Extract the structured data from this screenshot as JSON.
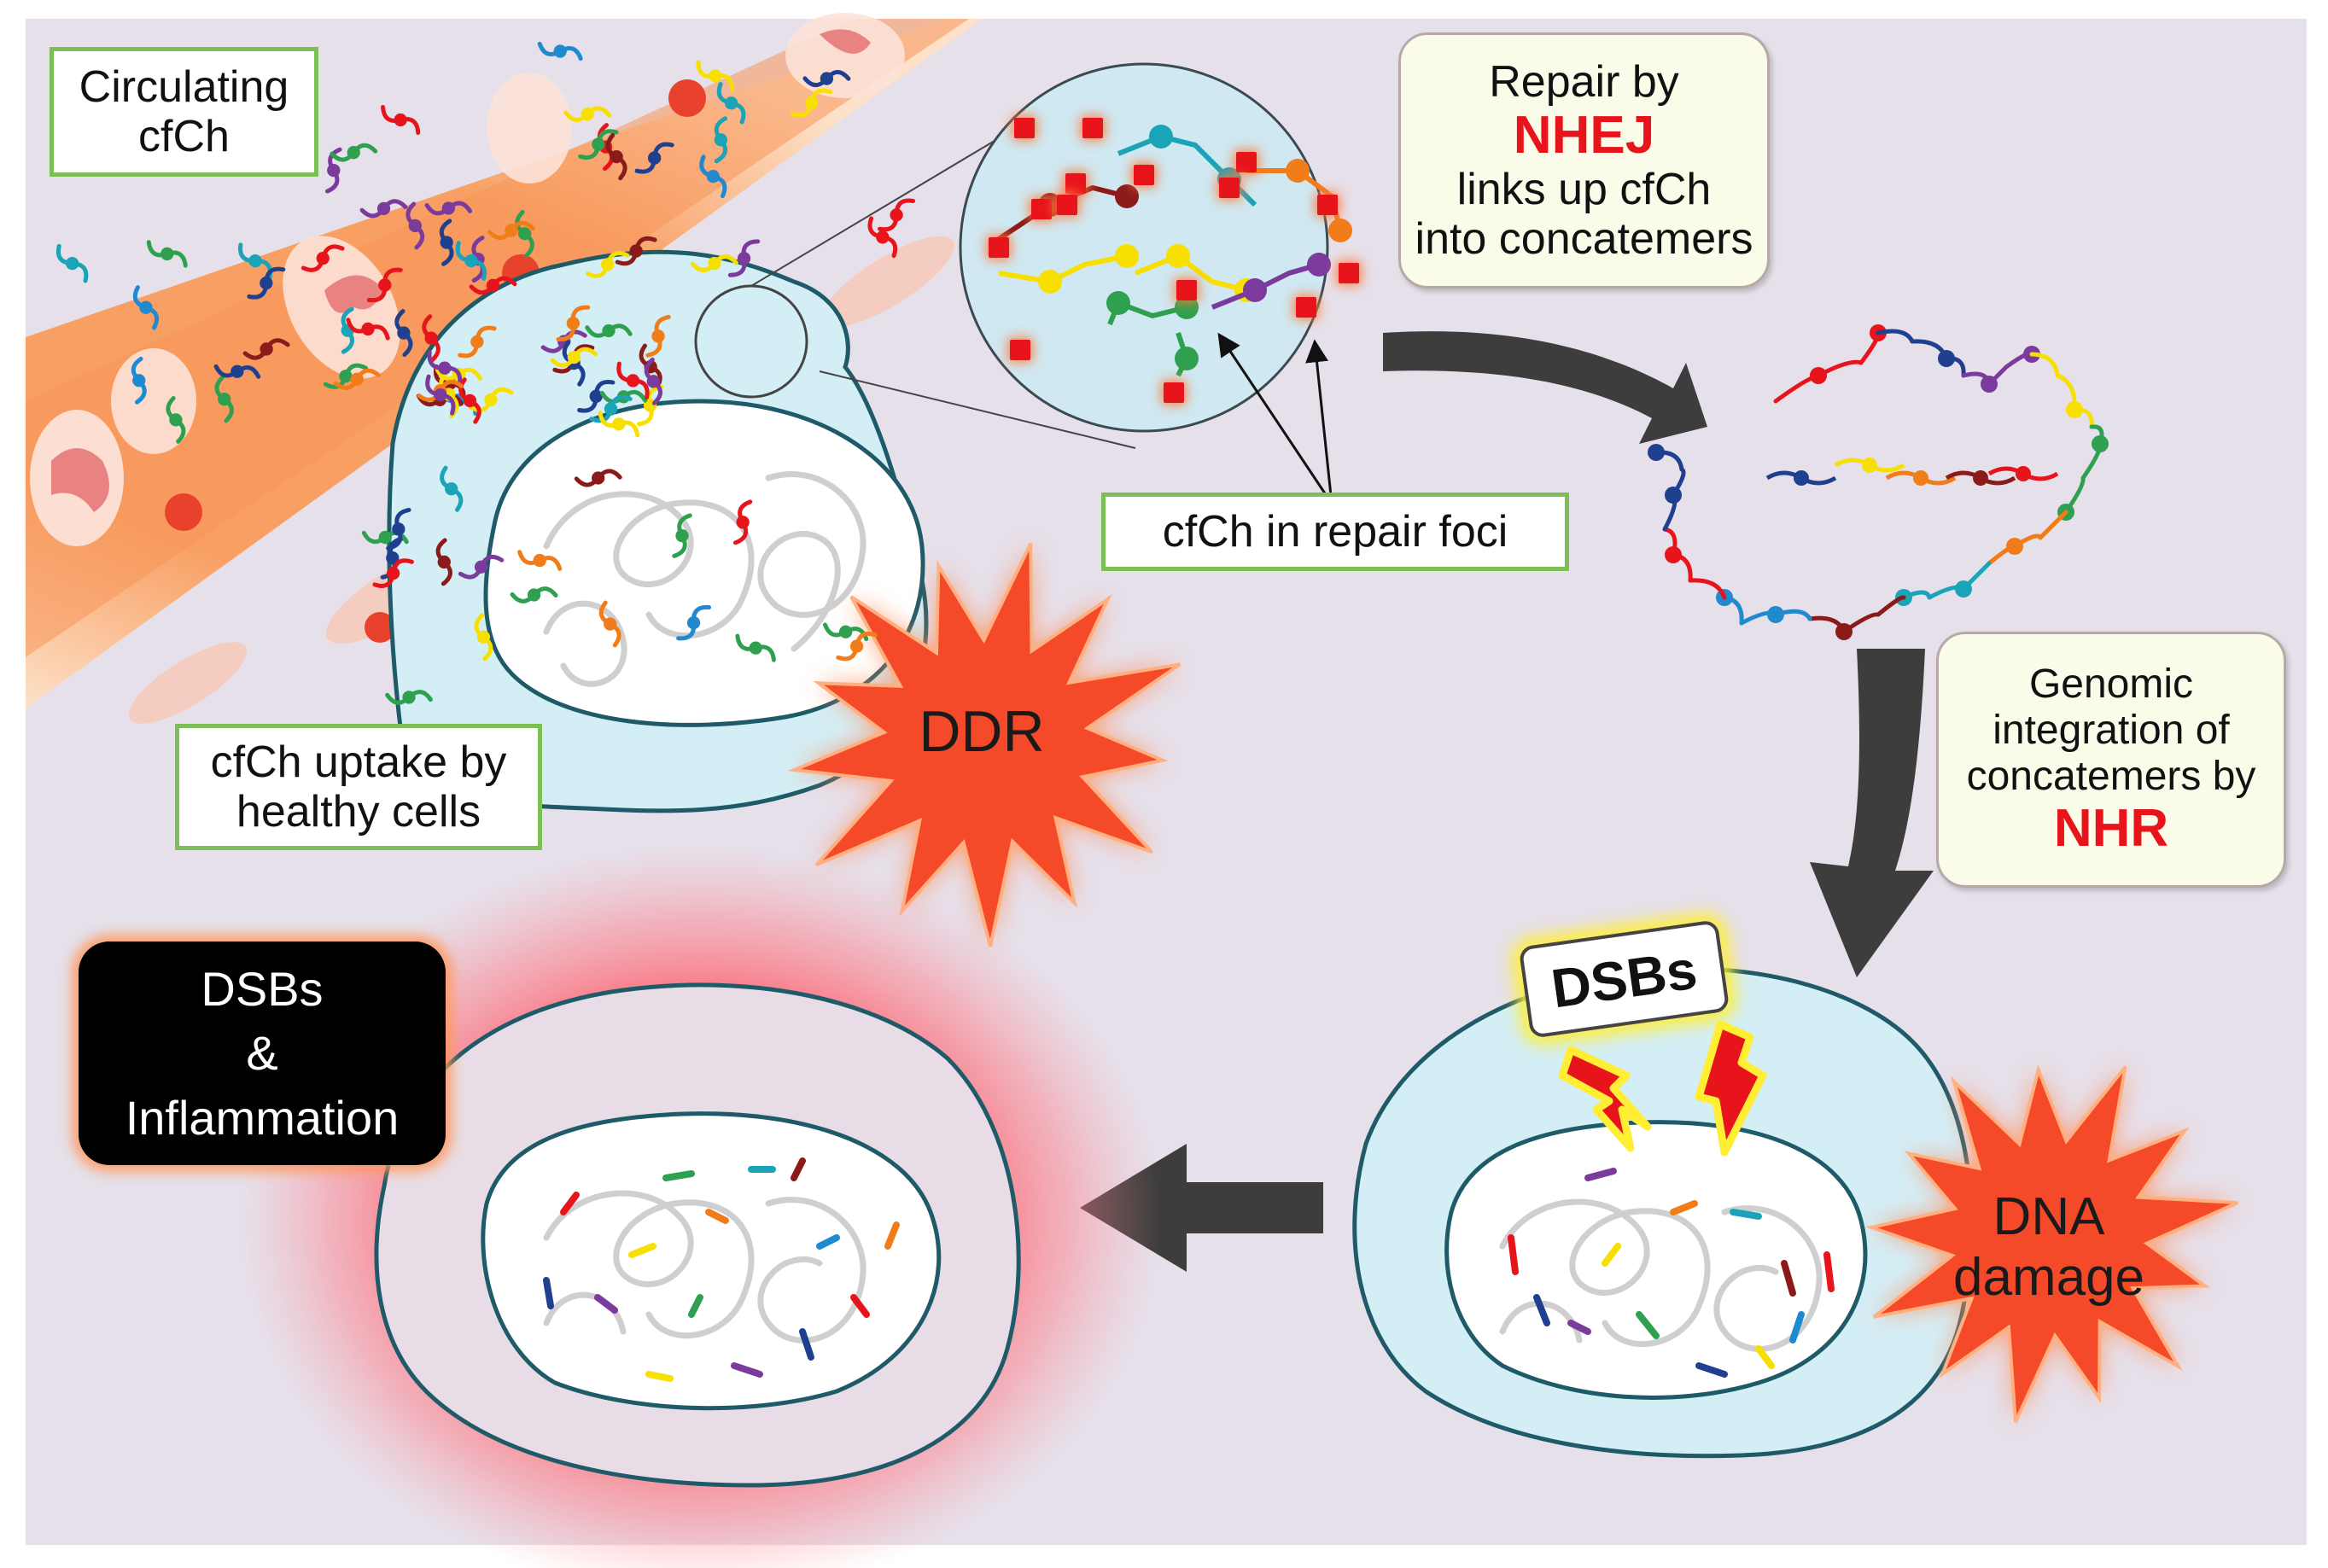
{
  "labels": {
    "circulating": "Circulating\ncfCh",
    "uptake": "cfCh uptake by\nhealthy cells",
    "repair_foci": "cfCh in repair foci",
    "ddr": "DDR",
    "nhej_prefix": "Repair by",
    "nhej": "NHEJ",
    "nhej_suffix": "links up cfCh\ninto concatemers",
    "nhr_prefix": "Genomic\nintegration of\nconcatemers by",
    "nhr": "NHR",
    "dsbs_badge": "DSBs",
    "dna_damage": "DNA\ndamage",
    "inflammation": "DSBs\n&\nInflammation"
  },
  "colors": {
    "background": "#e6e0ea",
    "vessel": "#f7a36a",
    "cytoplasm": "#d4eef6",
    "cell_outline": "#1e5a68",
    "arrow": "#3d3d3d",
    "burst": "#f44a2a",
    "accent_red": "#e8141c",
    "label_border": "#7cbf55",
    "inflammation_glow": "#ff5a64"
  },
  "chromatin_colors": [
    "#e8141c",
    "#1f3f8f",
    "#7a3b9c",
    "#f7e000",
    "#2ea04f",
    "#f07c1a",
    "#1ba3b8",
    "#8b1a1a",
    "#1f8acf"
  ]
}
